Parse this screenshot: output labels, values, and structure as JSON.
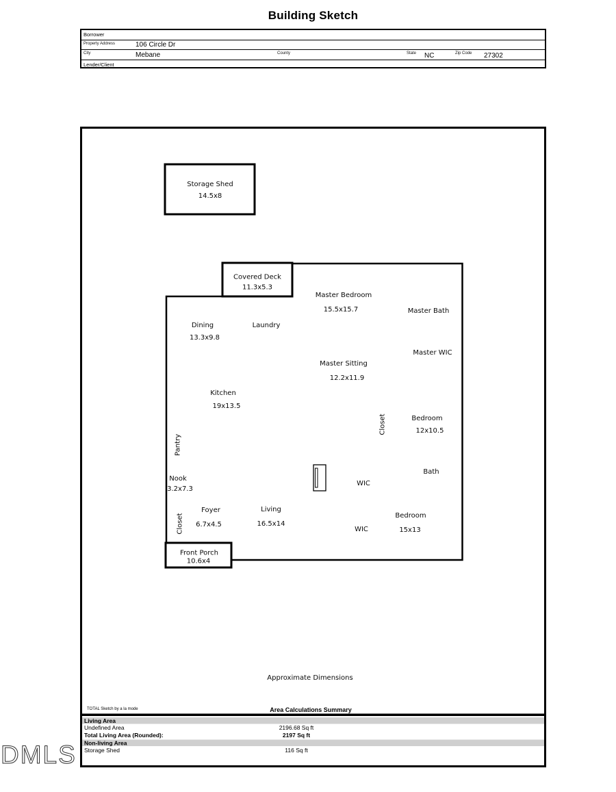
{
  "title": "Building Sketch",
  "header_form": {
    "borrower_label": "Borrower",
    "property_address_label": "Property Address",
    "property_address_value": "106 Circle Dr",
    "city_label": "City",
    "city_value": "Mebane",
    "county_label": "County",
    "state_label": "State",
    "state_value": "NC",
    "zip_label": "Zip Code",
    "zip_value": "27302",
    "lender_label": "Lender/Client"
  },
  "sketch": {
    "rooms": {
      "storage_shed": {
        "name": "Storage Shed",
        "dims": "14.5x8"
      },
      "covered_deck": {
        "name": "Covered Deck",
        "dims": "11.3x5.3"
      },
      "master_bedroom": {
        "name": "Master Bedroom",
        "dims": "15.5x15.7"
      },
      "master_bath": {
        "name": "Master Bath"
      },
      "dining": {
        "name": "Dining",
        "dims": "13.3x9.8"
      },
      "laundry": {
        "name": "Laundry"
      },
      "master_wic": {
        "name": "Master WIC"
      },
      "master_sitting": {
        "name": "Master Sitting",
        "dims": "12.2x11.9"
      },
      "kitchen": {
        "name": "Kitchen",
        "dims": "19x13.5"
      },
      "closet_upper": {
        "name": "Closet"
      },
      "bedroom_upper": {
        "name": "Bedroom",
        "dims": "12x10.5"
      },
      "pantry": {
        "name": "Pantry"
      },
      "nook": {
        "name": "Nook",
        "dims": "3.2x7.3"
      },
      "wic_upper": {
        "name": "WIC"
      },
      "bath": {
        "name": "Bath"
      },
      "foyer": {
        "name": "Foyer",
        "dims": "6.7x4.5"
      },
      "closet_lower": {
        "name": "Closet"
      },
      "living": {
        "name": "Living",
        "dims": "16.5x14"
      },
      "wic_lower": {
        "name": "WIC"
      },
      "bedroom_lower": {
        "name": "Bedroom",
        "dims": "15x13"
      },
      "front_porch": {
        "name": "Front Porch",
        "dims": "10.6x4"
      }
    },
    "footnote": "Approximate Dimensions"
  },
  "footer": {
    "credit": "TOTAL Sketch by a la mode",
    "summary_title": "Area Calculations Summary"
  },
  "area_summary": {
    "living_header": "Living Area",
    "undefined_label": "Undefined Area",
    "undefined_value": "2196.68 Sq ft",
    "total_label": "Total Living Area (Rounded):",
    "total_value": "2197 Sq ft",
    "nonliving_header": "Non-living Area",
    "shed_label": "Storage Shed",
    "shed_value": "116 Sq ft"
  },
  "watermark": "DMLS",
  "colors": {
    "band_gray": "#cfcfcf",
    "ink": "#000000"
  }
}
